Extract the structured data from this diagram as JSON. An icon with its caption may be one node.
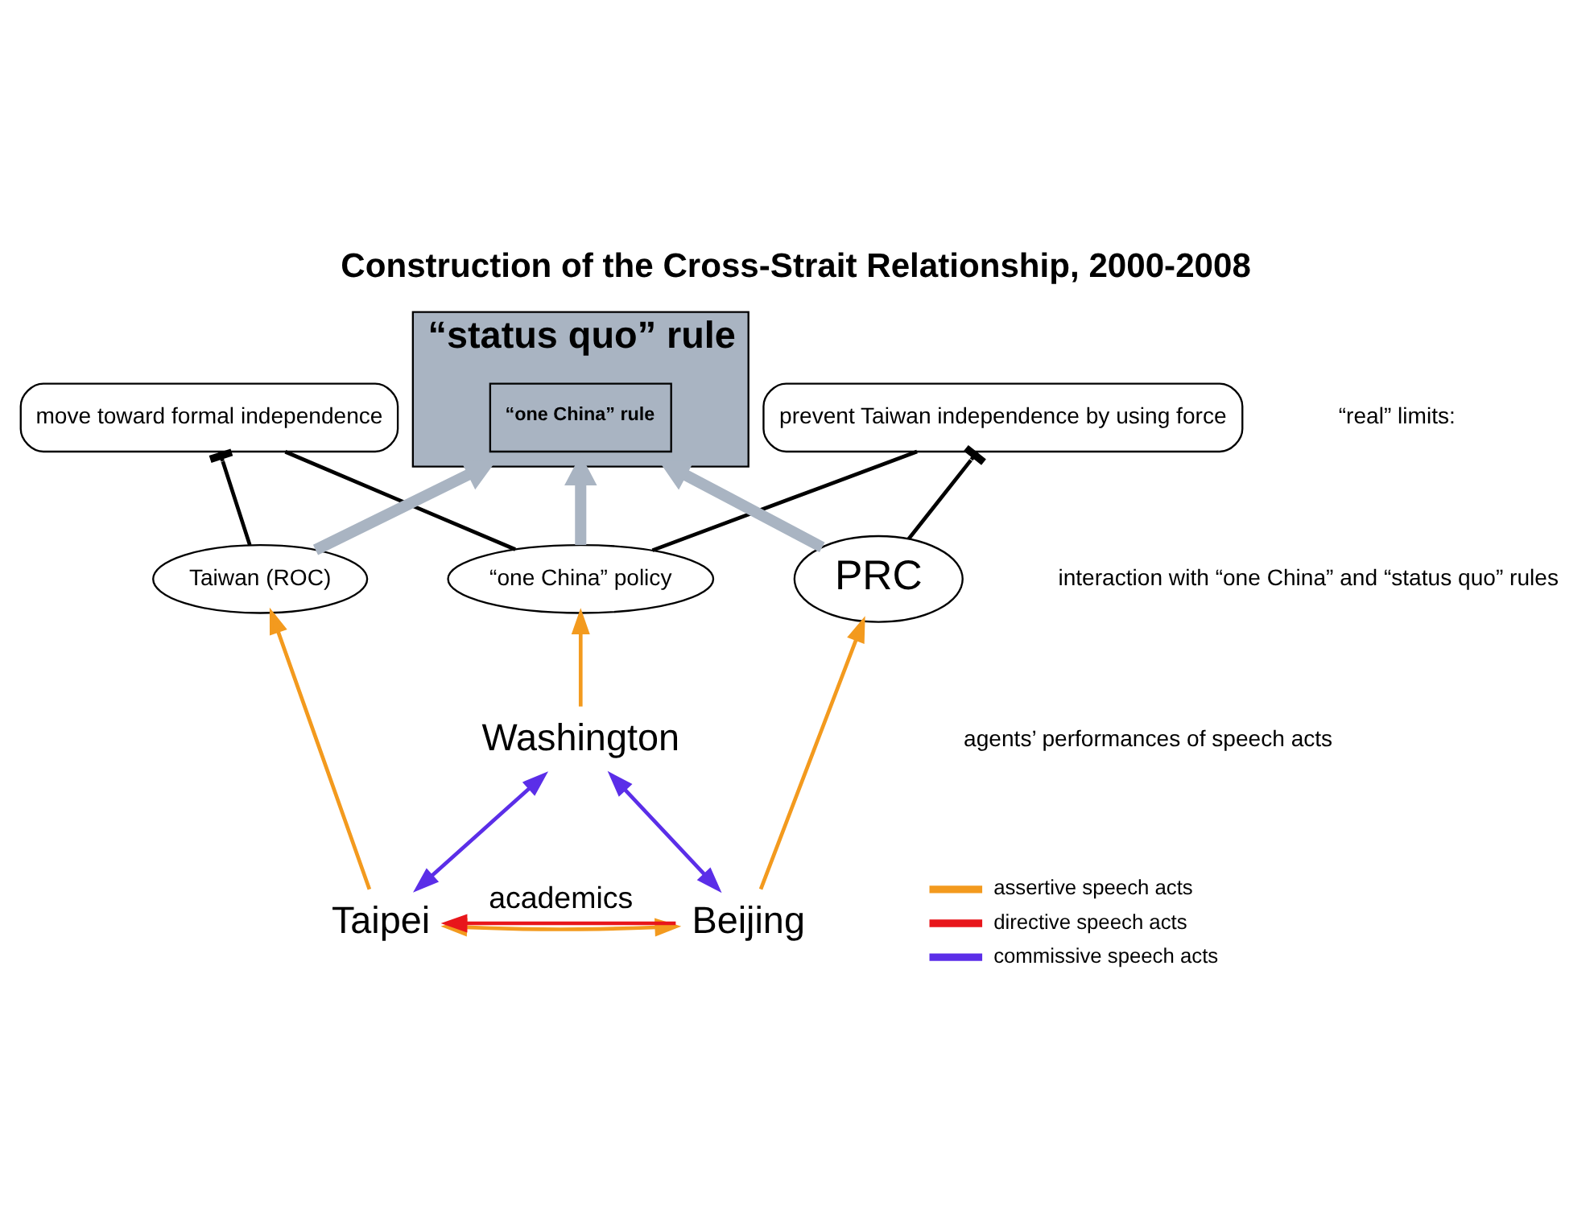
{
  "diagram": {
    "title": "Construction of the Cross-Strait Relationship, 2000-2008",
    "nodes": [
      {
        "text": [
          "move toward formal independence"
        ]
      },
      {
        "text": [
          "prevent Taiwan independence by using force"
        ]
      },
      {
        "text": [
          "“status quo” rule"
        ]
      },
      {
        "text": [
          "“one China” rule"
        ],
        "in": 2
      },
      {
        "text": [
          "Taiwan (ROC)"
        ]
      },
      {
        "text": [
          "“one China” policy"
        ]
      },
      {
        "text": [
          "PRC"
        ]
      },
      {
        "text": [
          "Washington"
        ]
      },
      {
        "text": [
          "Taipei"
        ]
      },
      {
        "text": [
          "Beijing"
        ]
      }
    ],
    "edges": [
      {
        "from": 4,
        "to": 0,
        "arrow": "other"
      },
      {
        "from": 5,
        "to": 0,
        "arrow": "none"
      },
      {
        "from": 5,
        "to": 1,
        "arrow": "none"
      },
      {
        "from": 6,
        "to": 1,
        "arrow": "other"
      },
      {
        "from": 4,
        "to": 2,
        "arrow": "to",
        "style": "thick",
        "color": "#a9b4c2"
      },
      {
        "from": 5,
        "to": 2,
        "arrow": "to",
        "style": "thick",
        "color": "#a9b4c2"
      },
      {
        "from": 6,
        "to": 2,
        "arrow": "to",
        "style": "thick",
        "color": "#a9b4c2"
      },
      {
        "from": 8,
        "to": 4,
        "arrow": "to",
        "color": "#f39a1e"
      },
      {
        "from": 7,
        "to": 5,
        "arrow": "to",
        "color": "#f39a1e"
      },
      {
        "from": 9,
        "to": 6,
        "arrow": "to",
        "color": "#f39a1e"
      },
      {
        "from": 8,
        "to": 7,
        "arrow": "both",
        "color": "#5b2ee8"
      },
      {
        "from": 7,
        "to": 9,
        "arrow": "both",
        "color": "#5b2ee8"
      },
      {
        "from": 8,
        "to": 9,
        "arrow": "both",
        "color": "#f39a1e"
      },
      {
        "from": 9,
        "to": 8,
        "arrow": "to",
        "label": "academics",
        "color": "#e8161b"
      }
    ],
    "labels": [
      "“real” limits:",
      "interaction with “one China” and “status quo” rules",
      "agents’ performances of speech acts"
    ],
    "legend": [
      {
        "text": "assertive speech acts",
        "color": "#f39a1e"
      },
      {
        "text": "directive speech acts",
        "color": "#e8161b"
      },
      {
        "text": "commissive speech acts",
        "color": "#5b2ee8"
      }
    ]
  }
}
